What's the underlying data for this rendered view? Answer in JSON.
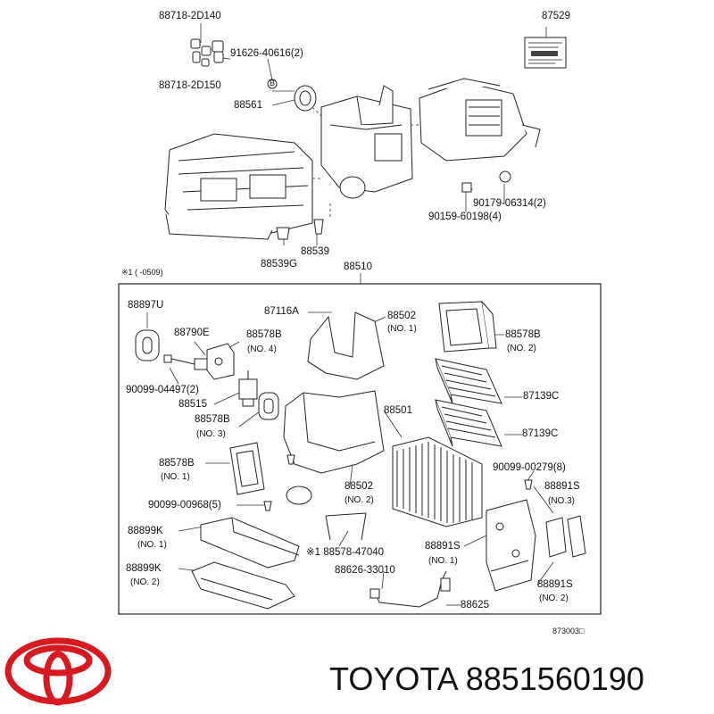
{
  "brand": {
    "name": "TOYOTA",
    "part_number": "8851560190",
    "logo_color": "#d71920"
  },
  "diagram": {
    "frame_label": "88510",
    "note_range": "※1 (   -0509)",
    "footer_code": "873003□",
    "parts": [
      {
        "key": "p88718_2d140",
        "text": "88718-2D140"
      },
      {
        "key": "p87529",
        "text": "87529"
      },
      {
        "key": "p91626",
        "text": "91626-40616(2)"
      },
      {
        "key": "p88718_2d150",
        "text": "88718-2D150"
      },
      {
        "key": "p_b",
        "text": "B"
      },
      {
        "key": "p88561",
        "text": "88561"
      },
      {
        "key": "p90179",
        "text": "90179-06314(2)"
      },
      {
        "key": "p90159",
        "text": "90159-60198(4)"
      },
      {
        "key": "p88539",
        "text": "88539"
      },
      {
        "key": "p88539g",
        "text": "88539G"
      },
      {
        "key": "p88897u",
        "text": "88897U"
      },
      {
        "key": "p87116a",
        "text": "87116A"
      },
      {
        "key": "p88502_a",
        "text": "88502"
      },
      {
        "key": "p88502_a_no",
        "text": "(NO. 1)"
      },
      {
        "key": "p88578b_top",
        "text": "88578B"
      },
      {
        "key": "p88578b_top_no",
        "text": "(NO. 2)"
      },
      {
        "key": "p88790e",
        "text": "88790E"
      },
      {
        "key": "p88578b_4",
        "text": "88578B"
      },
      {
        "key": "p88578b_4_no",
        "text": "(NO. 4)"
      },
      {
        "key": "p90099_04497",
        "text": "90099-04497(2)"
      },
      {
        "key": "p87139c_1",
        "text": "87139C"
      },
      {
        "key": "p88515",
        "text": "88515"
      },
      {
        "key": "p88501",
        "text": "88501"
      },
      {
        "key": "p88578b_3",
        "text": "88578B"
      },
      {
        "key": "p88578b_3_no",
        "text": "(NO. 3)"
      },
      {
        "key": "p87139c_2",
        "text": "87139C"
      },
      {
        "key": "p88578b_1",
        "text": "88578B"
      },
      {
        "key": "p88578b_1_no",
        "text": "(NO. 1)"
      },
      {
        "key": "p90099_00279",
        "text": "90099-00279(8)"
      },
      {
        "key": "p88502_b",
        "text": "88502"
      },
      {
        "key": "p88502_b_no",
        "text": "(NO. 2)"
      },
      {
        "key": "p88891s_3",
        "text": "88891S"
      },
      {
        "key": "p88891s_3_no",
        "text": "(NO.3)"
      },
      {
        "key": "p90099_00968",
        "text": "90099-00968(5)"
      },
      {
        "key": "p88899k_1",
        "text": "88899K"
      },
      {
        "key": "p88899k_1_no",
        "text": "(NO. 1)"
      },
      {
        "key": "p88578_47040",
        "text": "※1 88578-47040"
      },
      {
        "key": "p88891s_1",
        "text": "88891S"
      },
      {
        "key": "p88891s_1_no",
        "text": "(NO. 1)"
      },
      {
        "key": "p88899k_2",
        "text": "88899K"
      },
      {
        "key": "p88899k_2_no",
        "text": "(NO. 2)"
      },
      {
        "key": "p88626",
        "text": "88626-33010"
      },
      {
        "key": "p88891s_2",
        "text": "88891S"
      },
      {
        "key": "p88891s_2_no",
        "text": "(NO. 2)"
      },
      {
        "key": "p88625",
        "text": "88625"
      }
    ]
  }
}
